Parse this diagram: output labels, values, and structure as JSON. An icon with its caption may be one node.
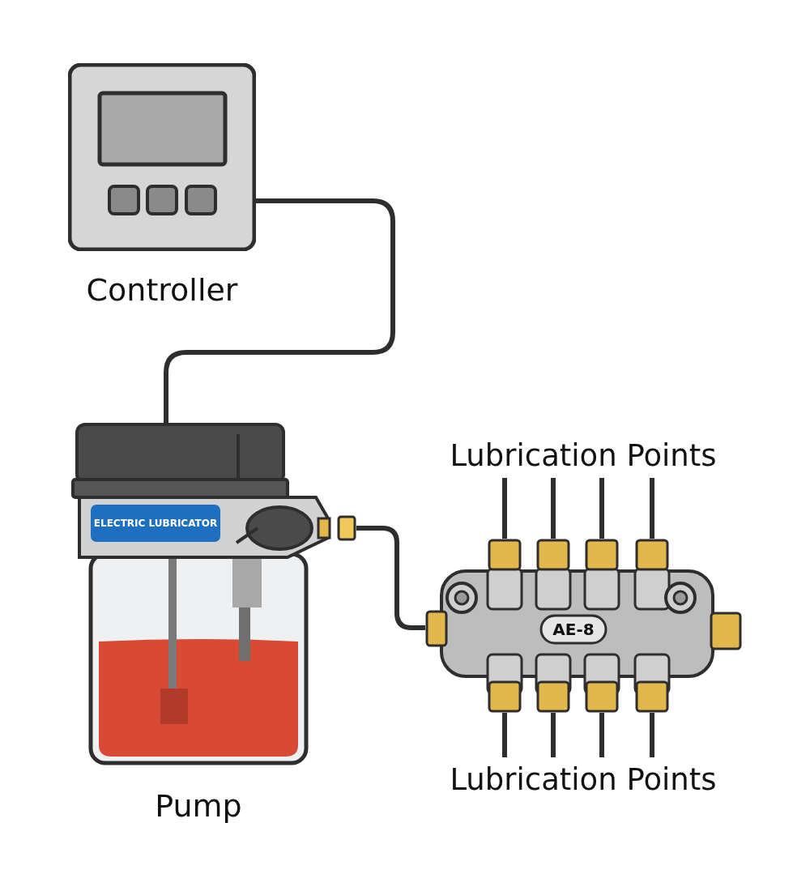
{
  "diagram": {
    "nodes": [
      {
        "text": [
          "Controller"
        ]
      },
      {
        "text": [
          "ELECTRIC LUBRICATOR",
          "Pump"
        ]
      },
      {
        "text": [
          "Lubrication Points"
        ]
      },
      {
        "text": [
          "AE-8"
        ]
      },
      {
        "text": [
          "Lubrication Points"
        ]
      }
    ],
    "edges": [
      {
        "from": 0,
        "to": 1,
        "arrow": "none"
      },
      {
        "from": 1,
        "to": 3,
        "arrow": "none"
      },
      {
        "from": 3,
        "to": 2,
        "arrow": "none"
      },
      {
        "from": 3,
        "to": 2,
        "arrow": "none"
      },
      {
        "from": 3,
        "to": 2,
        "arrow": "none"
      },
      {
        "from": 3,
        "to": 2,
        "arrow": "none"
      },
      {
        "from": 3,
        "to": 4,
        "arrow": "none"
      },
      {
        "from": 3,
        "to": 4,
        "arrow": "none"
      },
      {
        "from": 3,
        "to": 4,
        "arrow": "none"
      },
      {
        "from": 3,
        "to": 4,
        "arrow": "none"
      }
    ]
  }
}
